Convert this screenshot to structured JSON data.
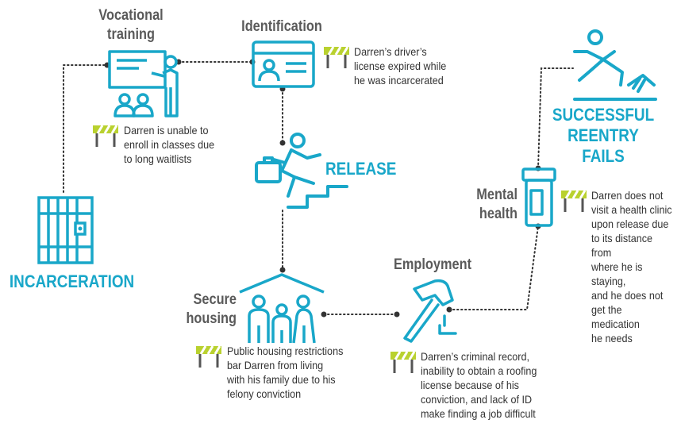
{
  "stages": {
    "incarceration": "INCARCERATION",
    "vocational_training_1": "Vocational",
    "vocational_training_2": "training",
    "identification": "Identification",
    "release": "RELEASE",
    "secure_housing_1": "Secure",
    "secure_housing_2": "housing",
    "employment": "Employment",
    "mental_health_1": "Mental",
    "mental_health_2": "health",
    "outcome_1": "SUCCESSFUL",
    "outcome_2": "REENTRY FAILS"
  },
  "barriers": {
    "vocational": [
      "Darren is unable to",
      "enroll in classes due",
      "to long waitlists"
    ],
    "identification": [
      "Darren’s driver’s",
      "license expired while",
      "he was incarcerated"
    ],
    "housing": [
      "Public housing restrictions",
      "bar Darren from living",
      "with his family due to his",
      "felony conviction"
    ],
    "employment": [
      "Darren’s criminal record,",
      "inability to obtain a roofing",
      "license because of his",
      "conviction, and lack of ID",
      "make finding a job difficult"
    ],
    "mental_health": [
      "Darren does not",
      "visit a health clinic",
      "upon release due",
      "to its distance from",
      "where he is staying,",
      "and he does not",
      "get the medication",
      "he needs"
    ]
  },
  "colors": {
    "teal": "#19a7c9",
    "gray": "#5a5a5a",
    "barrier_yellow": "#b9d12f",
    "dots": "#333333"
  },
  "icons": [
    "jail-cell-icon",
    "teacher-board-icon",
    "id-card-icon",
    "running-person-icon",
    "family-house-icon",
    "hammer-icon",
    "pill-bottle-icon",
    "falling-person-icon",
    "roadblock-icon"
  ]
}
